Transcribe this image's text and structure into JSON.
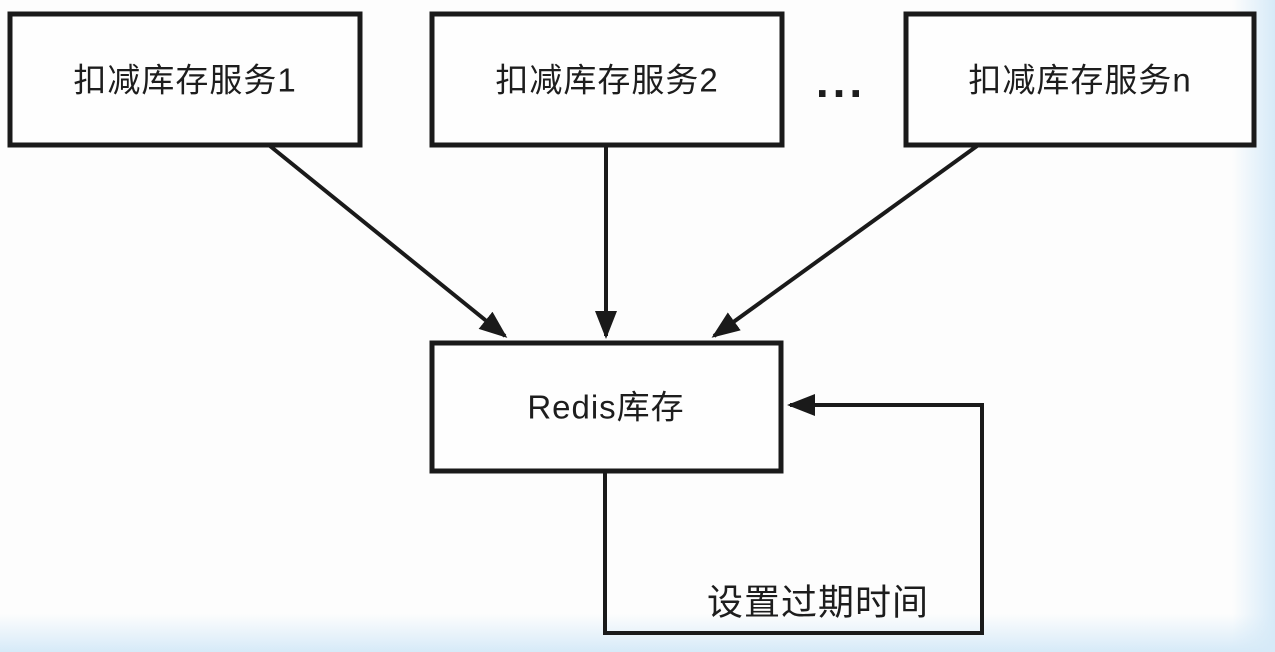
{
  "diagram": {
    "type": "flowchart",
    "colors": {
      "line": "#1a1a1a",
      "node_fill": "#fefefe",
      "background": "#fdfdfd",
      "page_edge_tint": "#d6eaf8",
      "text": "#1d1d1d"
    },
    "nodes": {
      "service1": {
        "label": "扣减库存服务1"
      },
      "service2": {
        "label": "扣减库存服务2"
      },
      "ellipsis": {
        "label": "..."
      },
      "serviceN": {
        "label": "扣减库存服务n"
      },
      "redis": {
        "label": "Redis库存"
      }
    },
    "edges": [
      {
        "from": "扣减库存服务1",
        "to": "Redis库存"
      },
      {
        "from": "扣减库存服务2",
        "to": "Redis库存"
      },
      {
        "from": "扣减库存服务n",
        "to": "Redis库存"
      },
      {
        "from": "Redis库存",
        "to": "Redis库存",
        "label": "设置过期时间"
      }
    ]
  }
}
